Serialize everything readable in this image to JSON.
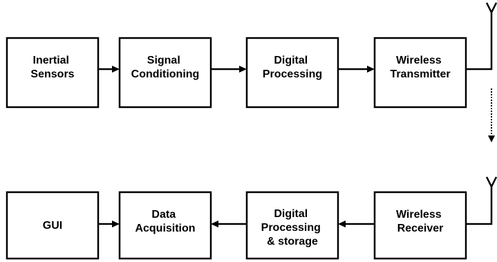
{
  "blocks": {
    "inertial_sensors": {
      "lines": [
        "Inertial",
        "Sensors"
      ]
    },
    "signal_conditioning": {
      "lines": [
        "Signal",
        "Conditioning"
      ]
    },
    "digital_processing": {
      "lines": [
        "Digital",
        "Processing"
      ]
    },
    "wireless_transmitter": {
      "lines": [
        "Wireless",
        "Transmitter"
      ]
    },
    "gui": {
      "lines": [
        "GUI"
      ]
    },
    "data_acquisition": {
      "lines": [
        "Data",
        "Acquisition"
      ]
    },
    "digital_processing_storage": {
      "lines": [
        "Digital",
        "Processing",
        "& storage"
      ]
    },
    "wireless_receiver": {
      "lines": [
        "Wireless",
        "Receiver"
      ]
    }
  }
}
